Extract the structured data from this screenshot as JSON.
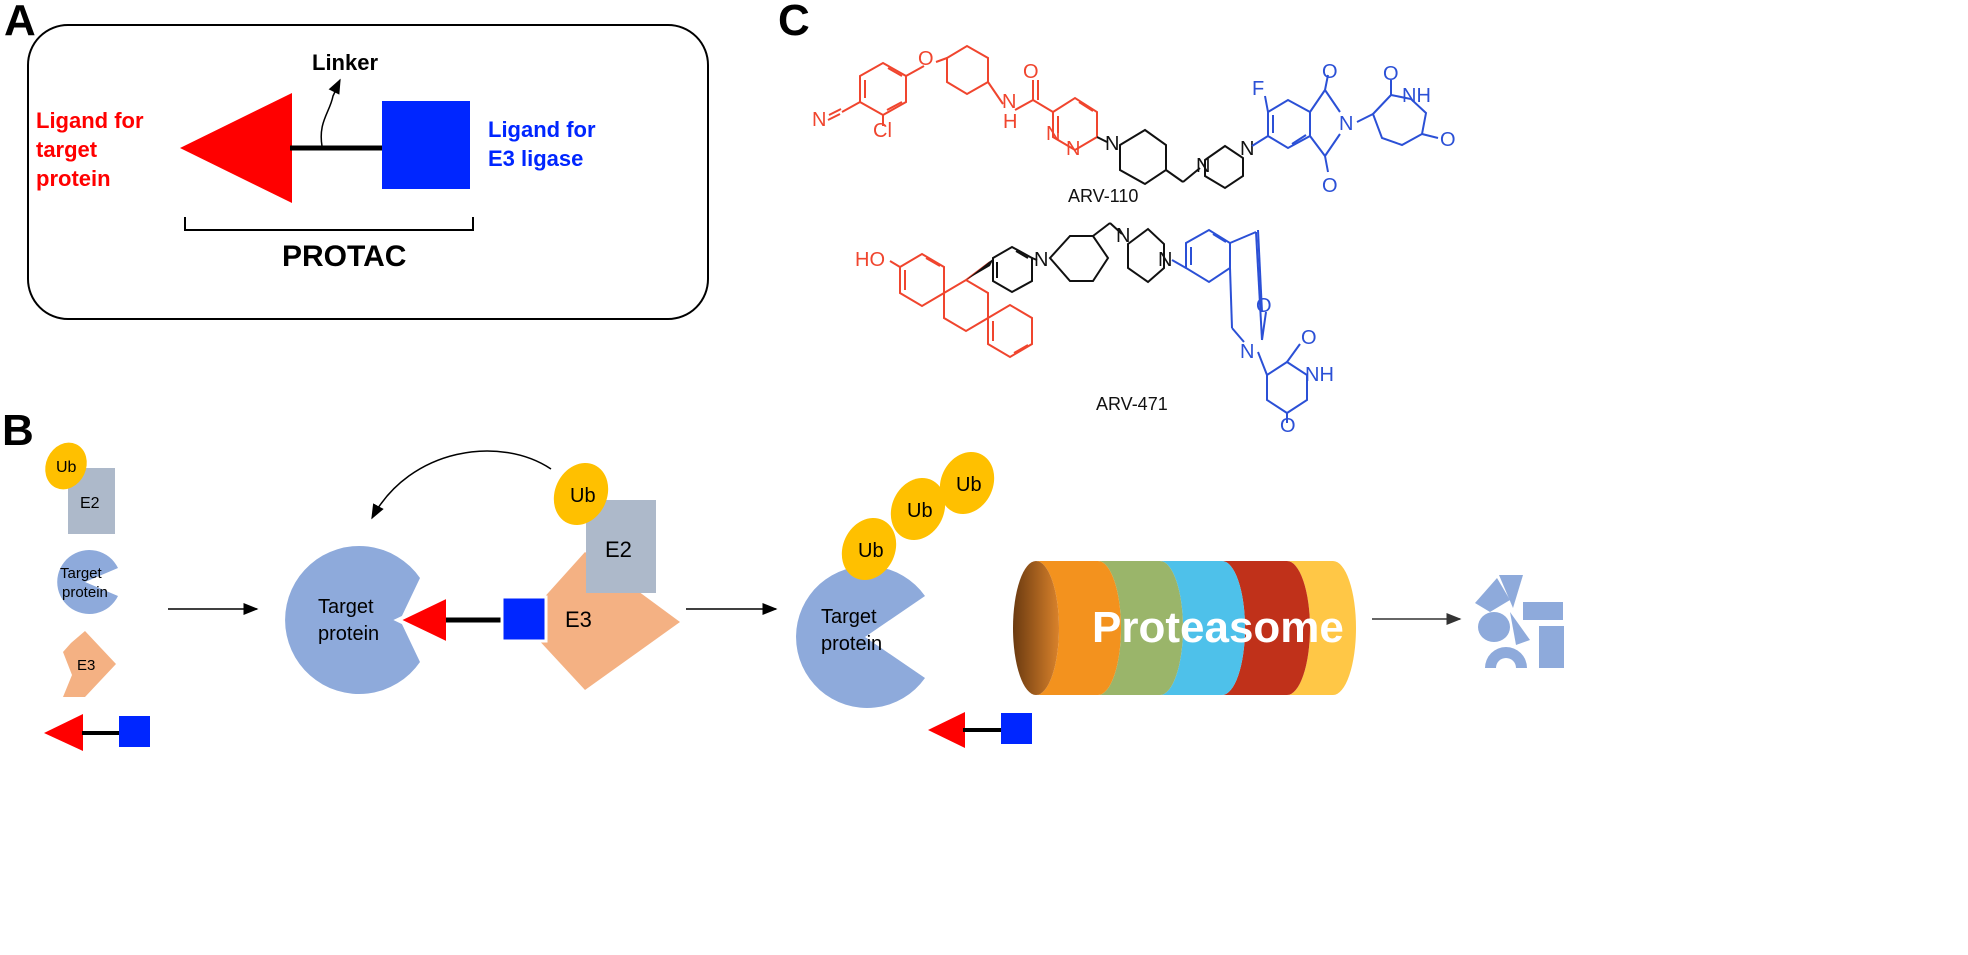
{
  "panels": {
    "a": {
      "letter": "A",
      "linker": "Linker",
      "target_ligand": [
        "Ligand for",
        "target",
        "protein"
      ],
      "e3_ligand": [
        "Ligand for",
        "E3 ligase"
      ],
      "protac": "PROTAC"
    },
    "b": {
      "letter": "B",
      "legend": {
        "ub": "Ub",
        "e2": "E2",
        "target": [
          "Target",
          "protein"
        ],
        "e3": "E3"
      },
      "complex": {
        "ub": "Ub",
        "e2": "E2",
        "e3": "E3",
        "target": [
          "Target",
          "protein"
        ]
      },
      "tagged": {
        "ub": [
          "Ub",
          "Ub",
          "Ub"
        ],
        "target": [
          "Target",
          "protein"
        ]
      },
      "proteasome": "Proteasome"
    },
    "c": {
      "letter": "C",
      "compound1": {
        "name": "ARV-110",
        "atoms": [
          "O",
          "N",
          "Cl",
          "O",
          "N",
          "H",
          "N",
          "N",
          "N",
          "N",
          "N",
          "F",
          "O",
          "N",
          "O",
          "NH",
          "O",
          "O"
        ]
      },
      "compound2": {
        "name": "ARV-471",
        "atoms": [
          "HO",
          "N",
          "N",
          "N",
          "O",
          "N",
          "O",
          "NH",
          "O"
        ]
      }
    }
  },
  "colors": {
    "red": "#ff0000",
    "blue": "#0026ff",
    "target": "#8eaadb",
    "e3": "#f4b183",
    "e2": "#adb9ca",
    "ub": "#ffc000",
    "chem_red": "#f0452e",
    "chem_blue": "#2b50d6"
  }
}
